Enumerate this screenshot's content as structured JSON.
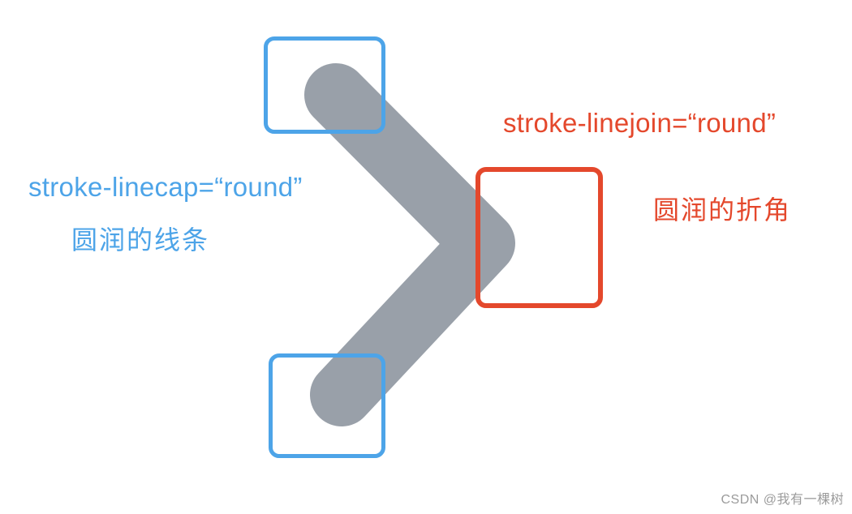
{
  "colors": {
    "background": "#ffffff",
    "gray": "#99a0a9",
    "blue": "#4da4e8",
    "red": "#e4482c",
    "watermark": "#9b9b9b"
  },
  "shape": {
    "icon": "right-chevron-stroke",
    "linecap": "round",
    "linejoin": "round"
  },
  "labels": {
    "linecap_code": "stroke-linecap=“round”",
    "linecap_desc": "圆润的线条",
    "linejoin_code": "stroke-linejoin=“round”",
    "linejoin_desc": "圆润的折角"
  },
  "watermark": {
    "text": "CSDN @我有一棵树"
  }
}
